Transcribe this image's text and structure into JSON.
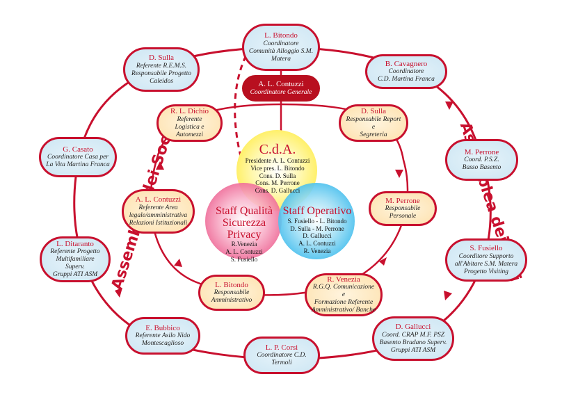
{
  "colors": {
    "accent": "#c8102e",
    "outer_fill": "#d6ebf5",
    "inner_fill": "#fde6bb",
    "cda_fill": "#fff27a",
    "quality_fill": "#f27ea8",
    "operativo_fill": "#5cc8f0"
  },
  "assembly_label": "Assemblea dei Soci",
  "main": {
    "name": "A. L. Contuzzi",
    "role": "Coordinatore Generale"
  },
  "outer_nodes": [
    {
      "name": "L. Bitondo",
      "lines": [
        "Coordinatore",
        "Comunità Alloggio S.M.",
        "Matera"
      ]
    },
    {
      "name": "B. Cavagnero",
      "lines": [
        "Coordinatore",
        "C.D. Martina Franca"
      ]
    },
    {
      "name": "M. Perrone",
      "lines": [
        "Coord. P.S.Z.",
        "Basso Basento"
      ]
    },
    {
      "name": "S. Fusiello",
      "lines": [
        "Coorditore Supporto",
        "all'Abitare S.M. Matera",
        "Progetto Visiting"
      ]
    },
    {
      "name": "D. Gallucci",
      "lines": [
        "Coord. CRAP M.F. PSZ",
        "Basento Bradano Superv.",
        "Gruppi ATI ASM"
      ]
    },
    {
      "name": "L. P. Corsi",
      "lines": [
        "Coordinatore C.D.",
        "Termoli"
      ]
    },
    {
      "name": "E. Bubbico",
      "lines": [
        "Referente Asilo Nido",
        "Montescaglioso"
      ]
    },
    {
      "name": "L. Ditaranto",
      "lines": [
        "Referente Progetto",
        "Multifamiliare Superv.",
        "Gruppi ATI ASM"
      ]
    },
    {
      "name": "G. Casato",
      "lines": [
        "Coordinatore Casa per",
        "La Vita Martina Franca"
      ]
    },
    {
      "name": "D. Sulla",
      "lines": [
        "Referente R.E.M.S.",
        "Responsabile Progetto",
        "Caleidos"
      ]
    }
  ],
  "inner_nodes": [
    {
      "name": "D. Sulla",
      "lines": [
        "Responsabile Report e",
        "Segreteria"
      ]
    },
    {
      "name": "M. Perrone",
      "lines": [
        "Responsabile Personale"
      ]
    },
    {
      "name": "R. Venezia",
      "lines": [
        "R.G.Q. Comunicazione e",
        "Formazione Referente",
        "Amministrativo/ Banche"
      ]
    },
    {
      "name": "L. Bitondo",
      "lines": [
        "Responsabile",
        "Amministrativo"
      ]
    },
    {
      "name": "A. L. Contuzzi",
      "lines": [
        "Referente Area",
        "legale/amministrativa",
        "Relazioni Istituzionali"
      ]
    },
    {
      "name": "R. L. Dichio",
      "lines": [
        "Referente",
        "Logistica e Automezzi"
      ]
    }
  ],
  "cda": {
    "title": "C.d.A.",
    "lines": [
      "Presidente A. L. Contuzzi",
      "Vice pres. L. Bitondo",
      "Cons. D. Sulla",
      "Cons. M. Perrone",
      "Cons. D. Gallucci"
    ]
  },
  "staff_quality": {
    "title_1": "Staff Qualità",
    "title_2": "Sicurezza Privacy",
    "lines": [
      "R.Venezia",
      "A. L. Contuzzi",
      "S. Fusiello"
    ]
  },
  "staff_operativo": {
    "title": "Staff Operativo",
    "lines": [
      "S. Fusiello - L. Bitondo",
      "D. Sulla - M. Perrone",
      "D. Gallucci",
      "A. L. Contuzzi",
      "R. Venezia"
    ]
  }
}
